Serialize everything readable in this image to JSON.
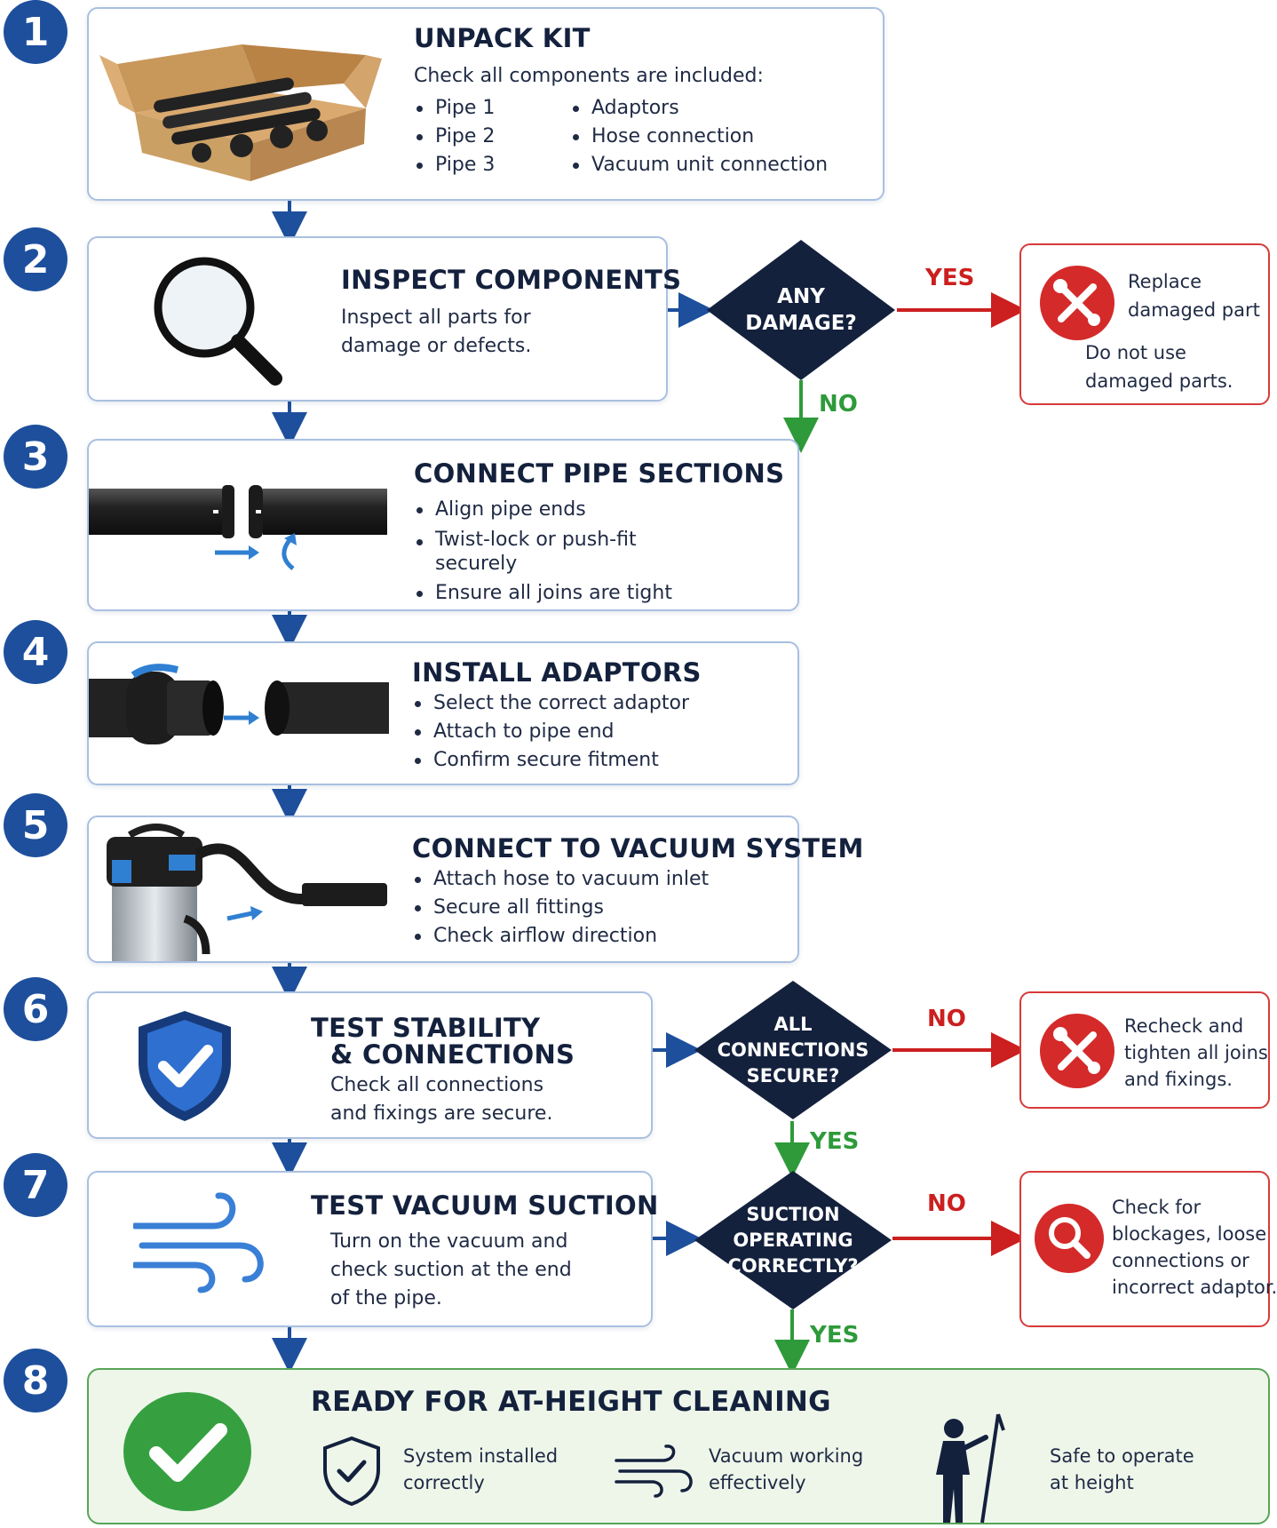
{
  "steps": [
    {
      "num": "1",
      "title": "UNPACK KIT",
      "subtitle": "Check all components are included:",
      "col1": [
        "Pipe 1",
        "Pipe 2",
        "Pipe 3"
      ],
      "col2": [
        "Adaptors",
        "Hose connection",
        "Vacuum unit connection"
      ]
    },
    {
      "num": "2",
      "title": "INSPECT COMPONENTS",
      "text_lines": [
        "Inspect all parts for",
        "damage or defects."
      ]
    },
    {
      "num": "3",
      "title": "CONNECT PIPE SECTIONS",
      "bullets": [
        "Align pipe ends",
        "Twist-lock or push-fit",
        "securely",
        "Ensure all joins are tight"
      ]
    },
    {
      "num": "4",
      "title": "INSTALL ADAPTORS",
      "bullets": [
        "Select the correct adaptor",
        "Attach to pipe end",
        "Confirm secure fitment"
      ]
    },
    {
      "num": "5",
      "title": "CONNECT TO VACUUM SYSTEM",
      "bullets": [
        "Attach hose to vacuum inlet",
        "Secure all fittings",
        "Check airflow direction"
      ]
    },
    {
      "num": "6",
      "title_lines": [
        "TEST STABILITY",
        "& CONNECTIONS"
      ],
      "text_lines": [
        "Check all connections",
        "and fixings are secure."
      ]
    },
    {
      "num": "7",
      "title": "TEST VACUUM SUCTION",
      "text_lines": [
        "Turn on the vacuum and",
        "check suction at the end",
        "of the pipe."
      ]
    },
    {
      "num": "8",
      "title": "READY FOR AT-HEIGHT CLEANING"
    }
  ],
  "decisions": [
    {
      "lines": [
        "ANY",
        "DAMAGE?"
      ],
      "side_label": "YES",
      "down_label": "NO",
      "outcome": {
        "lines_a": [
          "Replace",
          "damaged part"
        ],
        "lines_b": [
          "Do not use",
          "damaged parts."
        ]
      }
    },
    {
      "lines": [
        "ALL",
        "CONNECTIONS",
        "SECURE?"
      ],
      "side_label": "NO",
      "down_label": "YES",
      "outcome": {
        "lines_a": [
          "Recheck and",
          "tighten all joins",
          "and fixings."
        ]
      }
    },
    {
      "lines": [
        "SUCTION",
        "OPERATING",
        "CORRECTLY?"
      ],
      "side_label": "NO",
      "down_label": "YES",
      "outcome": {
        "lines_a": [
          "Check for",
          "blockages, loose",
          "connections or",
          "incorrect adaptor."
        ]
      }
    }
  ],
  "final_items": [
    {
      "icon": "shield-check-icon",
      "lines": [
        "System installed",
        "correctly"
      ]
    },
    {
      "icon": "wind-icon",
      "lines": [
        "Vacuum working",
        "effectively"
      ]
    },
    {
      "icon": "worker-icon",
      "lines": [
        "Safe to operate",
        "at height"
      ]
    }
  ],
  "colors": {
    "navy": "#14213d",
    "blue": "#1d4f9c",
    "red": "#cc1f1f",
    "green": "#2e9a3a",
    "card_border": "#a9c0e0"
  }
}
